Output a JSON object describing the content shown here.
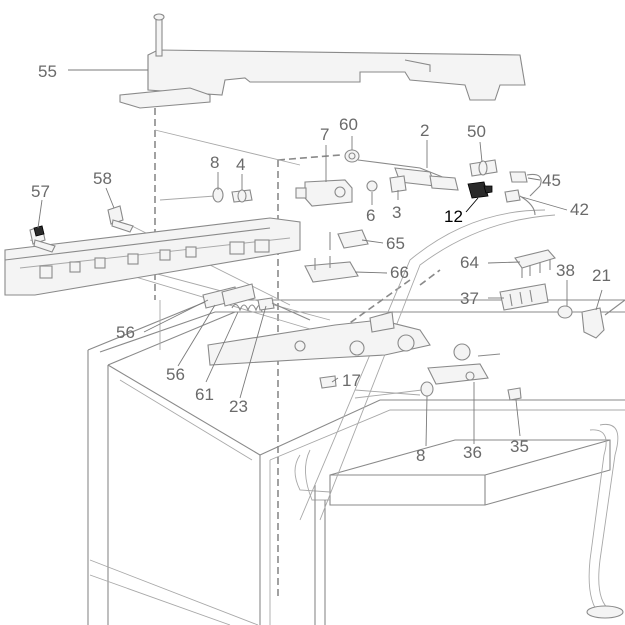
{
  "callouts": [
    {
      "id": "c55",
      "label": "55"
    },
    {
      "id": "c7",
      "label": "7"
    },
    {
      "id": "c60",
      "label": "60"
    },
    {
      "id": "c2",
      "label": "2"
    },
    {
      "id": "c50",
      "label": "50"
    },
    {
      "id": "c8a",
      "label": "8"
    },
    {
      "id": "c4",
      "label": "4"
    },
    {
      "id": "c57",
      "label": "57"
    },
    {
      "id": "c58",
      "label": "58"
    },
    {
      "id": "c6",
      "label": "6"
    },
    {
      "id": "c3",
      "label": "3"
    },
    {
      "id": "c45",
      "label": "45"
    },
    {
      "id": "c42",
      "label": "42"
    },
    {
      "id": "c12",
      "label": "12",
      "highlight": true
    },
    {
      "id": "c65",
      "label": "65"
    },
    {
      "id": "c66",
      "label": "66"
    },
    {
      "id": "c64",
      "label": "64"
    },
    {
      "id": "c38",
      "label": "38"
    },
    {
      "id": "c21",
      "label": "21"
    },
    {
      "id": "c37",
      "label": "37"
    },
    {
      "id": "c56a",
      "label": "56"
    },
    {
      "id": "c56b",
      "label": "56"
    },
    {
      "id": "c61",
      "label": "61"
    },
    {
      "id": "c23",
      "label": "23"
    },
    {
      "id": "c17",
      "label": "17"
    },
    {
      "id": "c8b",
      "label": "8"
    },
    {
      "id": "c36",
      "label": "36"
    },
    {
      "id": "c35",
      "label": "35"
    }
  ],
  "colors": {
    "line": "#8a8a8a",
    "callout_text": "#6a6a6a",
    "highlight": "#000000",
    "background": "#ffffff"
  }
}
